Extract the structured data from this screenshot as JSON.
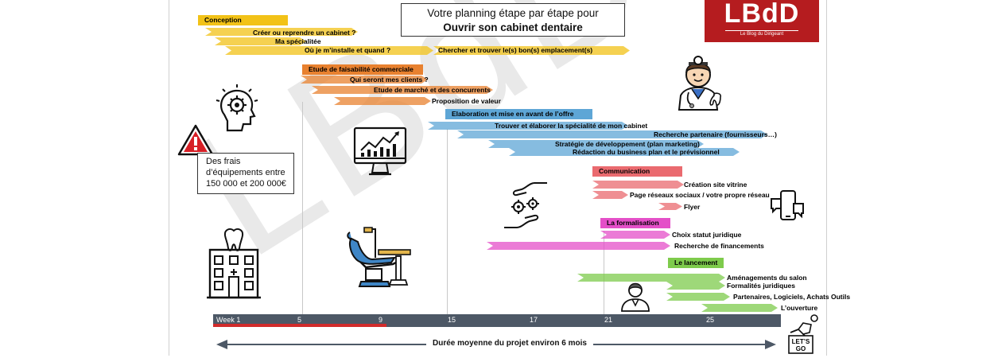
{
  "title": {
    "line1": "Votre planning étape par étape pour",
    "line2": "Ouvrir son cabinet dentaire"
  },
  "logo": {
    "text": "LBdD",
    "subtitle": "Le Blog du Dirigeant"
  },
  "watermark": "LBdD",
  "warning_box": {
    "lines": [
      "Des frais",
      "d’équipements entre",
      "150 000 et 200 000€"
    ]
  },
  "phases": [
    {
      "name": "Conception",
      "color": "#f2c217",
      "tasks": [
        "Créer ou reprendre un cabinet ?",
        "Ma spécialitée",
        "Où je m’installe et quand ?",
        "Chercher et trouver le(s) bon(s) emplacement(s)"
      ]
    },
    {
      "name": "Etude de faisabilité commerciale",
      "color": "#e8812f",
      "tasks": [
        "Qui seront mes clients ?",
        "Etude de marché et des concurrents",
        "Proposition de valeur"
      ]
    },
    {
      "name": "Elaboration et mise en avant de l’offre",
      "color": "#5ea6d6",
      "tasks": [
        "Trouver et élaborer la spécialité de mon cabinet",
        "Recherche partenaire (fournisseurs…)",
        "Stratégie de développement (plan marketing)",
        "Rédaction du business plan et le prévisionnel"
      ]
    },
    {
      "name": "Communication",
      "color": "#ea6a6f",
      "tasks": [
        "Création site vitrine",
        "Page réseaux sociaux / votre propre réseau",
        "Flyer"
      ]
    },
    {
      "name": "La formalisation",
      "color": "#e44fc8",
      "tasks": [
        "Choix statut juridique",
        "Recherche de financements"
      ]
    },
    {
      "name": "Le lancement",
      "color": "#7ecb4c",
      "tasks": [
        "Aménagements du salon",
        "Formalités juridiques",
        "Partenaires, Logiciels, Achats Outils",
        "L’ouverture"
      ]
    }
  ],
  "timeline": {
    "ticks": [
      "Week 1",
      "5",
      "9",
      "15",
      "17",
      "21",
      "25"
    ],
    "axis_color": "#4d5866",
    "elapsed_color": "#d12b2b"
  },
  "duration": "Durée moyenne du projet environ 6 mois",
  "icons": [
    "warning-icon",
    "brain-gear-icon",
    "monitor-chart-icon",
    "dentist-icon",
    "hand-gears-icon",
    "phone-chat-icon",
    "dental-clinic-icon",
    "dental-chair-icon",
    "businesswoman-icon",
    "lets-go-icon"
  ],
  "lets_go": {
    "line1": "LET’S",
    "line2": "GO"
  }
}
